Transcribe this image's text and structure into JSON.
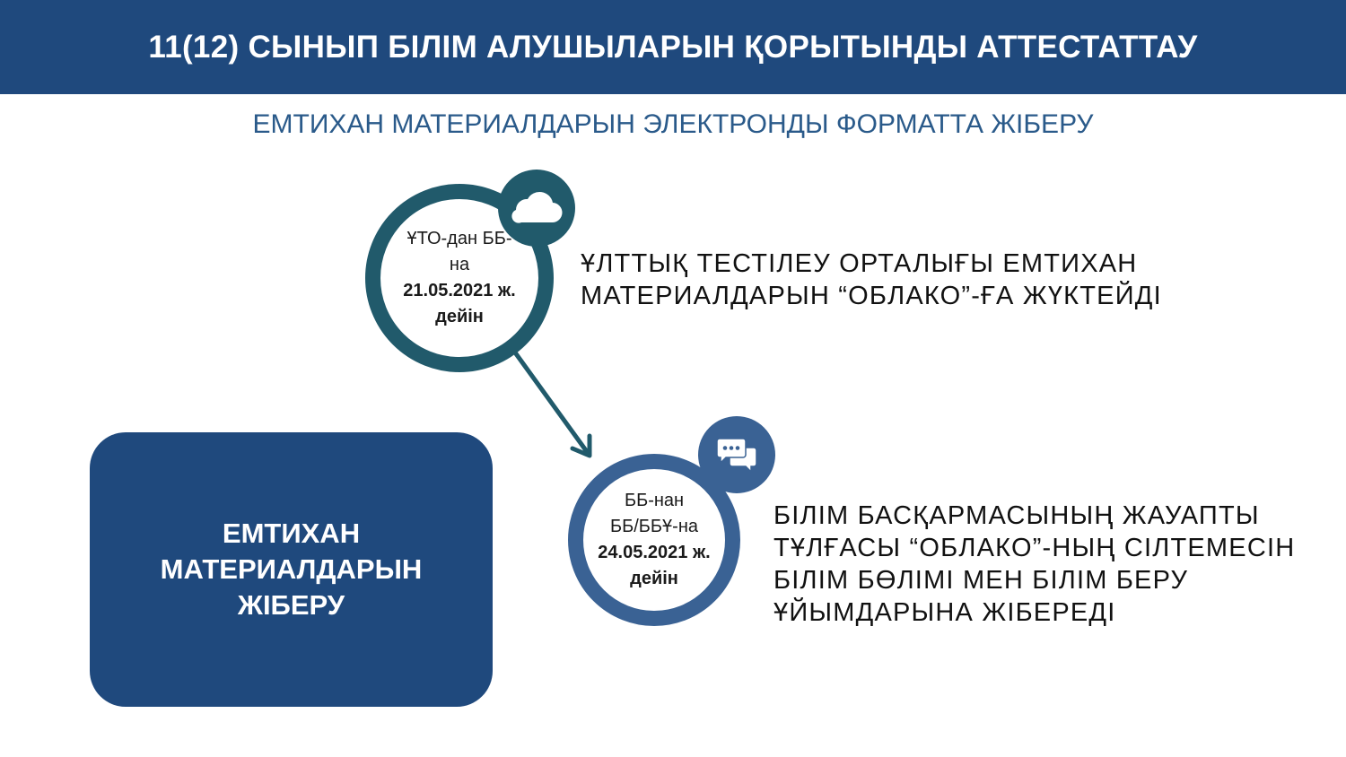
{
  "header": {
    "title": "11(12) СЫНЫП БІЛІМ АЛУШЫЛАРЫН ҚОРЫТЫНДЫ АТТЕСТАТТАУ"
  },
  "subtitle": "ЕМТИХАН МАТЕРИАЛДАРЫН ЭЛЕКТРОНДЫ ФОРМАТТА ЖІБЕРУ",
  "side_box": {
    "lines": [
      "ЕМТИХАН",
      "МАТЕРИАЛДАРЫН",
      "ЖІБЕРУ"
    ]
  },
  "steps": [
    {
      "icon": "cloud-icon",
      "circle_lines": [
        "ҰТО-дан ББ-",
        "на"
      ],
      "circle_bold_lines": [
        "21.05.2021 ж.",
        "дейін"
      ],
      "description_lines": [
        "ҰЛТТЫҚ ТЕСТІЛЕУ ОРТАЛЫҒЫ ЕМТИХАН",
        "МАТЕРИАЛДАРЫН “ОБЛАКО”-ҒА ЖҮКТЕЙДІ"
      ]
    },
    {
      "icon": "chat-bubbles-icon",
      "circle_lines": [
        "ББ-нан",
        "ББ/ББҰ-на"
      ],
      "circle_bold_lines": [
        "24.05.2021 ж.",
        "дейін"
      ],
      "description_lines": [
        "БІЛІМ БАСҚАРМАСЫНЫҢ ЖАУАПТЫ",
        "ТҰЛҒАСЫ “ОБЛАКО”-НЫҢ СІЛТЕМЕСІН",
        "БІЛІМ БӨЛІМІ МЕН БІЛІМ БЕРУ",
        "ҰЙЫМДАРЫНА ЖІБЕРЕДІ"
      ]
    }
  ],
  "colors": {
    "header_bg": "#1f497d",
    "subtitle": "#2a5a8a",
    "step1": "#215a6b",
    "step2": "#3a6294"
  }
}
